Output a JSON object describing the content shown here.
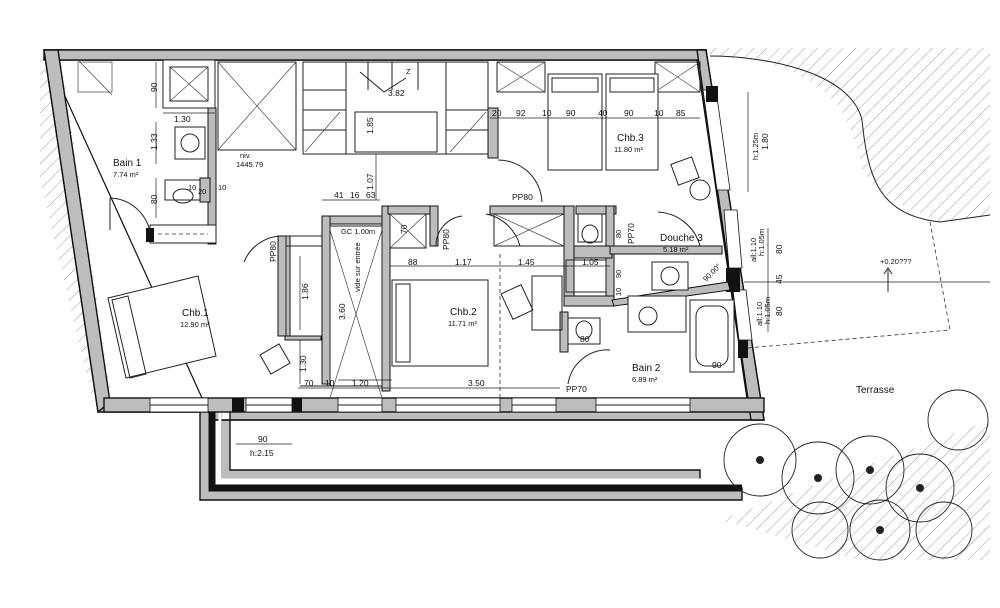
{
  "rooms": {
    "bain1": {
      "name": "Bain 1",
      "area": "7.74 m²"
    },
    "chb1": {
      "name": "Chb.1",
      "area": "12.90 m²"
    },
    "chb2": {
      "name": "Chb.2",
      "area": "11.71 m²"
    },
    "chb3": {
      "name": "Chb.3",
      "area": "11.80 m²"
    },
    "douche3": {
      "name": "Douche 3",
      "area": "5.18 m²"
    },
    "bain2": {
      "name": "Bain 2",
      "area": "6.89 m²"
    },
    "terrasse": {
      "name": "Terrasse"
    }
  },
  "annotations": {
    "niv_label": "niv.",
    "niv_value": "1445.79",
    "vide": "vide sur entrée",
    "gc": "GC 1.00m",
    "level": "+0.20???",
    "stair_dim": "3.82",
    "stair_z": "Z",
    "angle": "90.00°"
  },
  "doors": {
    "pp80_left": "PP80",
    "pp80_top": "PP80",
    "pp80_mid": "PP80",
    "pp70_douche": "PP70",
    "pp70_bottom": "PP70"
  },
  "dimensions": {
    "d90_bain1": "90",
    "d130": "1.30",
    "d133": "1.33",
    "d80_bain1": "80",
    "d10a": "10",
    "d10b": "10",
    "d20": "20",
    "d185": "1.85",
    "d107": "1.07",
    "d41": "41",
    "d16": "16",
    "d63": "63",
    "d70v": "70",
    "d88": "88",
    "d117": "1.17",
    "d145": "1.45",
    "d105": "1.05",
    "d186": "1.86",
    "d360": "3.60",
    "d130b": "1.30",
    "d70b": "70",
    "d10c": "10",
    "d120": "1.20",
    "d350": "3.50",
    "d80_toilet": "80",
    "d90_bath": "90",
    "d90_douche": "90",
    "d10_douche": "10",
    "d80_douche": "80",
    "d90_ext": "90",
    "h215": "h:2.15",
    "top_20": "20",
    "top_92": "92",
    "top_10a": "10",
    "top_90a": "90",
    "top_40": "40",
    "top_90b": "90",
    "top_10b": "10",
    "top_85": "85",
    "r180": "1.80",
    "r_h125": "h:1.25m",
    "r_h105a": "h:1.05m",
    "r_alt110a": "all:1.10",
    "r80a": "80",
    "r45": "45",
    "r_h105b": "h:1.05m",
    "r_alt110b": "all:1.10",
    "r80b": "80"
  }
}
